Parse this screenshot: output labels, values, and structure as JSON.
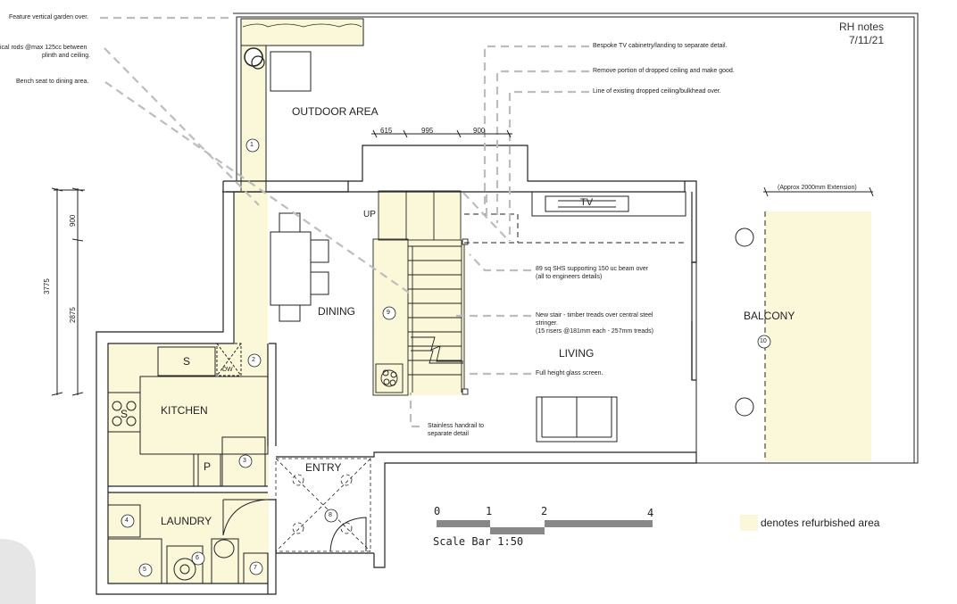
{
  "header": {
    "author": "RH notes",
    "date": "7/11/21"
  },
  "notes": {
    "garden": "Feature vertical garden over.",
    "rods_1": "ical rods @max 125cc between",
    "rods_2": "plinth and ceiling.",
    "bench": "Bench seat to dining area.",
    "tv_cabinetry": "Bespoke TV cabinetry/landing to separate detail.",
    "remove_ceiling": "Remove portion of dropped ceiling and make good.",
    "existing_ceiling": "Line of existing dropped ceiling/bulkhead over.",
    "shs_1": "89 sq SHS supporting 150 uc beam over",
    "shs_2": "(all to engineers details)",
    "stair_1": "New stair - timber treads over central steel",
    "stair_2": "stringer.",
    "stair_3": "(15 risers @181mm each - 257mm treads)",
    "glass": "Full height glass screen.",
    "handrail_1": "Stainless handrail to",
    "handrail_2": "separate detail",
    "extension": "(Approx 2000mm Extension)"
  },
  "rooms": {
    "outdoor": "OUTDOOR AREA",
    "dining": "DINING",
    "living": "LIVING",
    "balcony": "BALCONY",
    "kitchen": "KITCHEN",
    "laundry": "LAUNDRY",
    "entry": "ENTRY",
    "up": "UP",
    "tv": "TV"
  },
  "fixtures": {
    "sink": "S",
    "dishwasher": "DW",
    "pantry": "P",
    "cooktop": "S"
  },
  "markers": [
    "1",
    "2",
    "3",
    "4",
    "5",
    "6",
    "7",
    "8",
    "9",
    "10"
  ],
  "dimensions": {
    "d615": "615",
    "d995": "995",
    "d900": "900",
    "v3775": "3775",
    "v900": "900",
    "v2875": "2875"
  },
  "scale_bar": {
    "labels": [
      "0",
      "1",
      "2",
      "4"
    ],
    "title": "Scale Bar 1:50"
  },
  "legend": {
    "text": "denotes refurbished area",
    "swatch_color": "#fbf8d9"
  },
  "colors": {
    "refurb": "#fbf8d9",
    "line": "#222222",
    "leader": "#bdbdbd"
  }
}
